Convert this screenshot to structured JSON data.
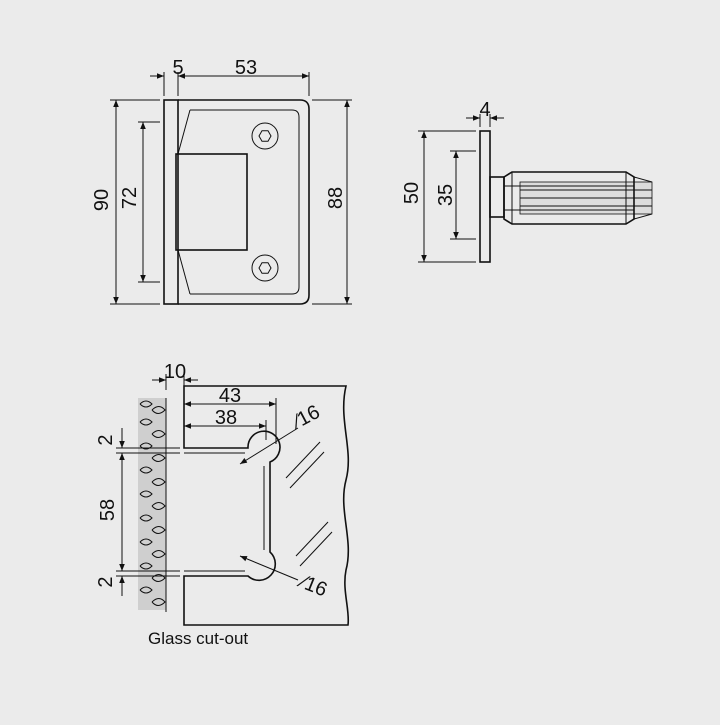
{
  "front_view": {
    "dimensions": {
      "plate_thickness": "5",
      "body_width": "53",
      "plate_height": "90",
      "inner_height": "72",
      "body_height": "88"
    }
  },
  "side_view": {
    "dimensions": {
      "plate_thickness": "4",
      "outer_height": "50",
      "inner_height": "35"
    }
  },
  "glass_cutout": {
    "caption": "Glass cut-out",
    "dimensions": {
      "wall_gap": "10",
      "outer_depth": "43",
      "inner_depth": "38",
      "top_margin": "2",
      "cutout_height": "58",
      "bottom_margin": "2",
      "top_hole_diameter": "∕16",
      "bottom_hole_diameter": "∕16"
    }
  },
  "colors": {
    "background": "#ebebeb",
    "line": "#111111",
    "glass": "#dcdcdc",
    "wall": "#cfcfcf"
  }
}
